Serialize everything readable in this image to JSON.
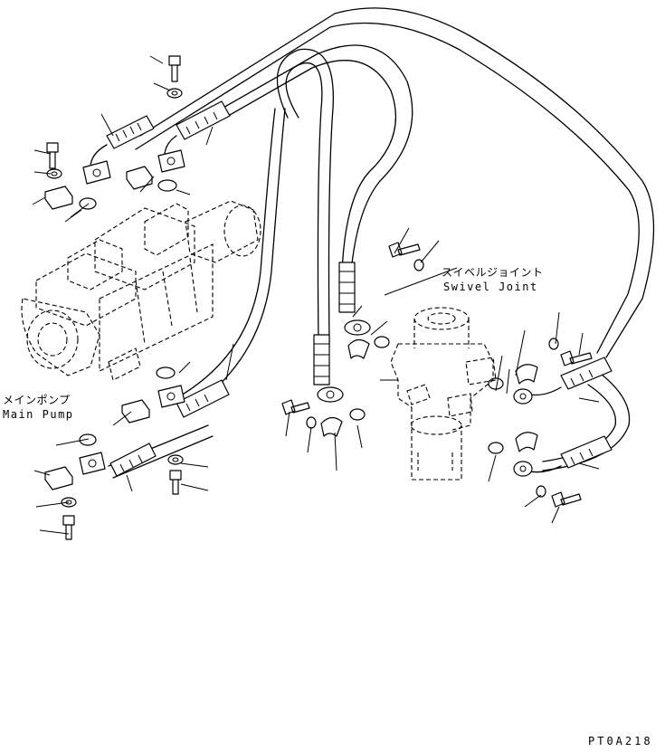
{
  "labels": {
    "swivel_joint_jp": "スイベルジョイント",
    "swivel_joint_en": "Swivel Joint",
    "main_pump_jp": "メインポンプ",
    "main_pump_en": "Main Pump",
    "drawing_code": "PT0A218"
  },
  "colors": {
    "line": "#000000",
    "background": "#ffffff"
  }
}
